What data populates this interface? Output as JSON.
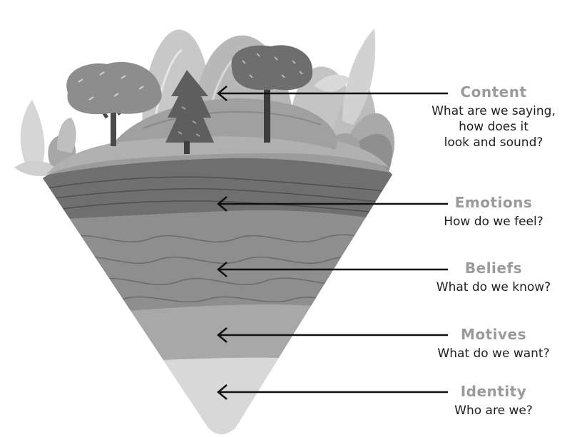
{
  "layers": [
    {
      "title": "Content",
      "description": "What are we saying, how does it look and sound?",
      "desc_lines": [
        "What are we saying,",
        "how does it",
        "look and sound?"
      ]
    },
    {
      "title": "Emotions",
      "description": "How do we feel?",
      "desc_lines": [
        "How do we feel?"
      ]
    },
    {
      "title": "Beliefs",
      "description": "What do we know?",
      "desc_lines": [
        "What do we know?"
      ]
    },
    {
      "title": "Motives",
      "description": "What do we want?",
      "desc_lines": [
        "What do we want?"
      ]
    },
    {
      "title": "Identity",
      "description": "Who are we?",
      "desc_lines": [
        "Who are we?"
      ]
    }
  ],
  "colors": {
    "title": "#9a9a9a",
    "text": "#1e1e1e",
    "arrow": "#111111"
  }
}
